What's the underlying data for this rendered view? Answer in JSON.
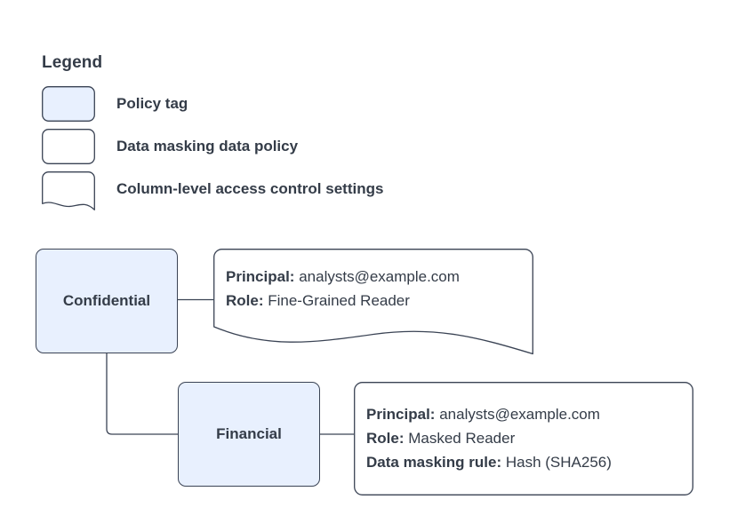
{
  "legend": {
    "heading": "Legend",
    "items": [
      {
        "label": "Policy tag",
        "swatch": "policy-tag-swatch",
        "fill": "#e8f0fe",
        "shape": "rounded-rect"
      },
      {
        "label": "Data masking data policy",
        "swatch": "data-masking-policy-swatch",
        "fill": "#ffffff",
        "shape": "rounded-rect"
      },
      {
        "label": "Column-level access control settings",
        "swatch": "column-access-settings-swatch",
        "fill": "#ffffff",
        "shape": "wavy-bottom-rect"
      }
    ]
  },
  "colors": {
    "node_fill": "#e8f0fe",
    "stroke": "#3a4354",
    "text": "#343c48",
    "callout_fill": "#ffffff",
    "background": "#ffffff"
  },
  "diagram": {
    "nodes": [
      {
        "id": "confidential",
        "label": "Confidential"
      },
      {
        "id": "financial",
        "label": "Financial"
      }
    ],
    "callouts": [
      {
        "id": "confidential-settings",
        "shape": "wavy-bottom-rect",
        "rows": [
          {
            "key": "Principal:",
            "value": "analysts@example.com"
          },
          {
            "key": "Role:",
            "value": "Fine-Grained Reader"
          }
        ]
      },
      {
        "id": "financial-policy",
        "shape": "rounded-rect",
        "rows": [
          {
            "key": "Principal:",
            "value": "analysts@example.com"
          },
          {
            "key": "Role:",
            "value": "Masked Reader"
          },
          {
            "key": "Data masking rule:",
            "value": "Hash (SHA256)"
          }
        ]
      }
    ],
    "edges": [
      {
        "from": "confidential",
        "to": "confidential-settings",
        "style": "straight"
      },
      {
        "from": "confidential",
        "to": "financial",
        "style": "elbow"
      },
      {
        "from": "financial",
        "to": "financial-policy",
        "style": "straight"
      }
    ]
  }
}
